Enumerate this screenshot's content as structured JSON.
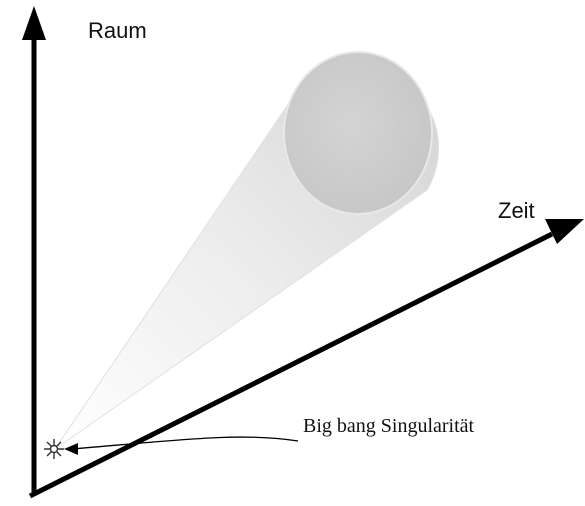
{
  "labels": {
    "space_axis": "Raum",
    "time_axis": "Zeit",
    "singularity": "Big bang Singularität"
  },
  "icons": {
    "singularity_marker": "burst-icon"
  },
  "colors": {
    "axis": "#000000",
    "cone_light": "#f2f2f2",
    "cone_dark": "#cfcfcf",
    "disk": "#cccccc"
  }
}
